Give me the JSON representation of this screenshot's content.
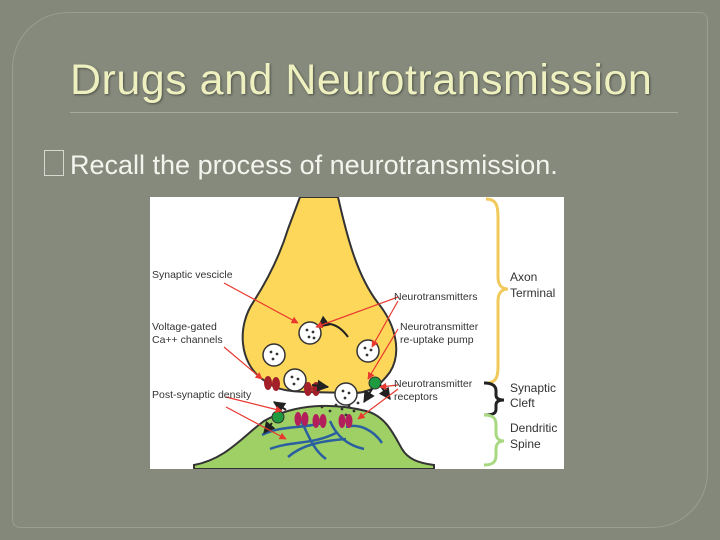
{
  "slide": {
    "title": "Drugs and Neurotransmission",
    "bullet_text": "Recall the process of neurotransmission."
  },
  "diagram": {
    "labels": {
      "synaptic_vesicle": "Synaptic vescicle",
      "voltage_gated_1": "Voltage-gated",
      "voltage_gated_2": "Ca++ channels",
      "post_synaptic": "Post-synaptic density",
      "neurotransmitters": "Neurotransmitters",
      "reuptake_1": "Neurotransmitter",
      "reuptake_2": "re-uptake pump",
      "receptors_1": "Neurotransmitter",
      "receptors_2": "receptors"
    },
    "regions": {
      "axon_1": "Axon",
      "axon_2": "Terminal",
      "cleft_1": "Synaptic",
      "cleft_2": "Cleft",
      "dendritic_1": "Dendritic",
      "dendritic_2": "Spine"
    },
    "colors": {
      "axon_fill": "#fdd75a",
      "spine_fill": "#9fd066",
      "arrow": "#e8382f",
      "bracket_yellow": "#f0c95a",
      "bracket_green": "#a8d880",
      "channel": "#a3202a",
      "receptor": "#b21f5a",
      "pump": "#1f9a3f",
      "filament": "#2a5fa0"
    }
  }
}
